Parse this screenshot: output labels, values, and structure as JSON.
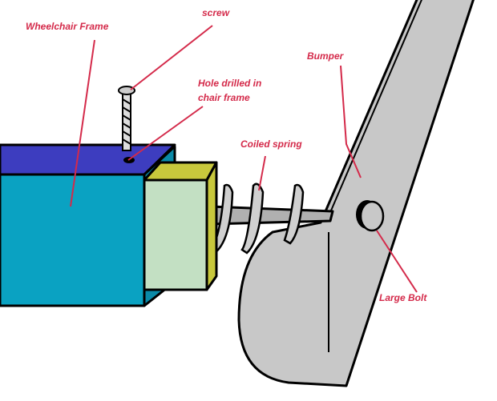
{
  "labels": {
    "wheelchair_frame": "Wheelchair Frame",
    "screw": "screw",
    "hole_line1": "Hole drilled in",
    "hole_line2": "chair frame",
    "coiled_spring": "Coiled spring",
    "bumper": "Bumper",
    "large_bolt": "Large Bolt"
  },
  "colors": {
    "label": "#d42a4a",
    "frame_top": "#3d3dbf",
    "frame_front": "#0aa2c2",
    "block_front": "#c3e0c3",
    "block_top": "#c8c83c",
    "bumper": "#c8c8c8"
  }
}
